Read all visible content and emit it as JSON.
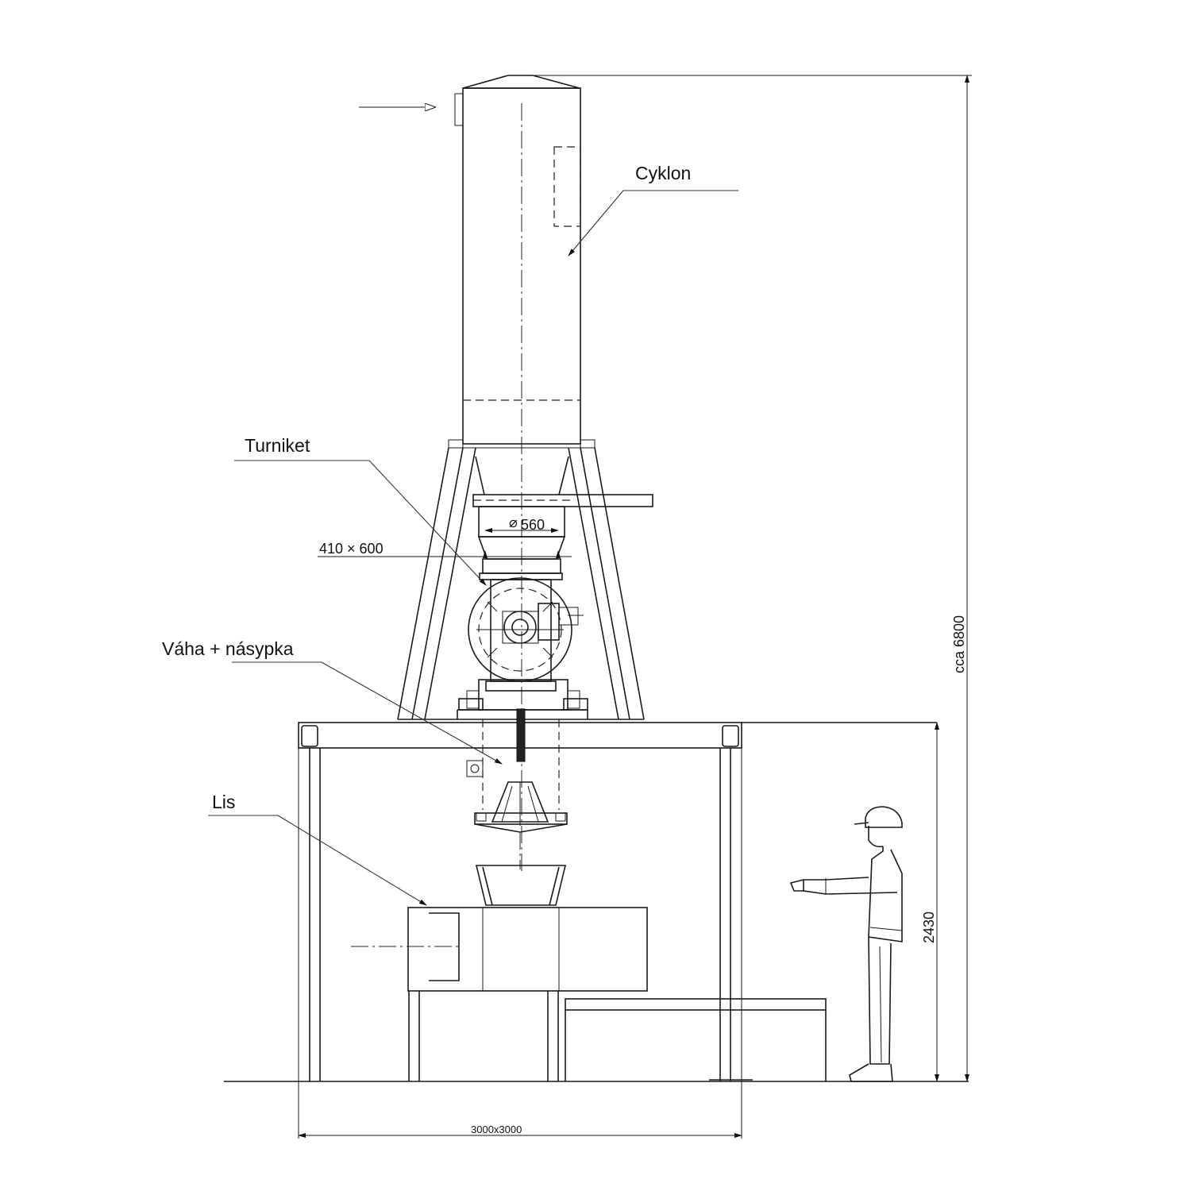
{
  "labels": {
    "cyklon": "Cyklon",
    "turniket": "Turniket",
    "vaha": "Váha + násypka",
    "lis": "Lis"
  },
  "dimensions": {
    "height_total": "cca 6800",
    "height_frame": "2430",
    "footprint": "3000x3000",
    "diameter": "560",
    "opening": "410  ×  600"
  },
  "symbols": {
    "diameter_symbol": "⌀"
  }
}
